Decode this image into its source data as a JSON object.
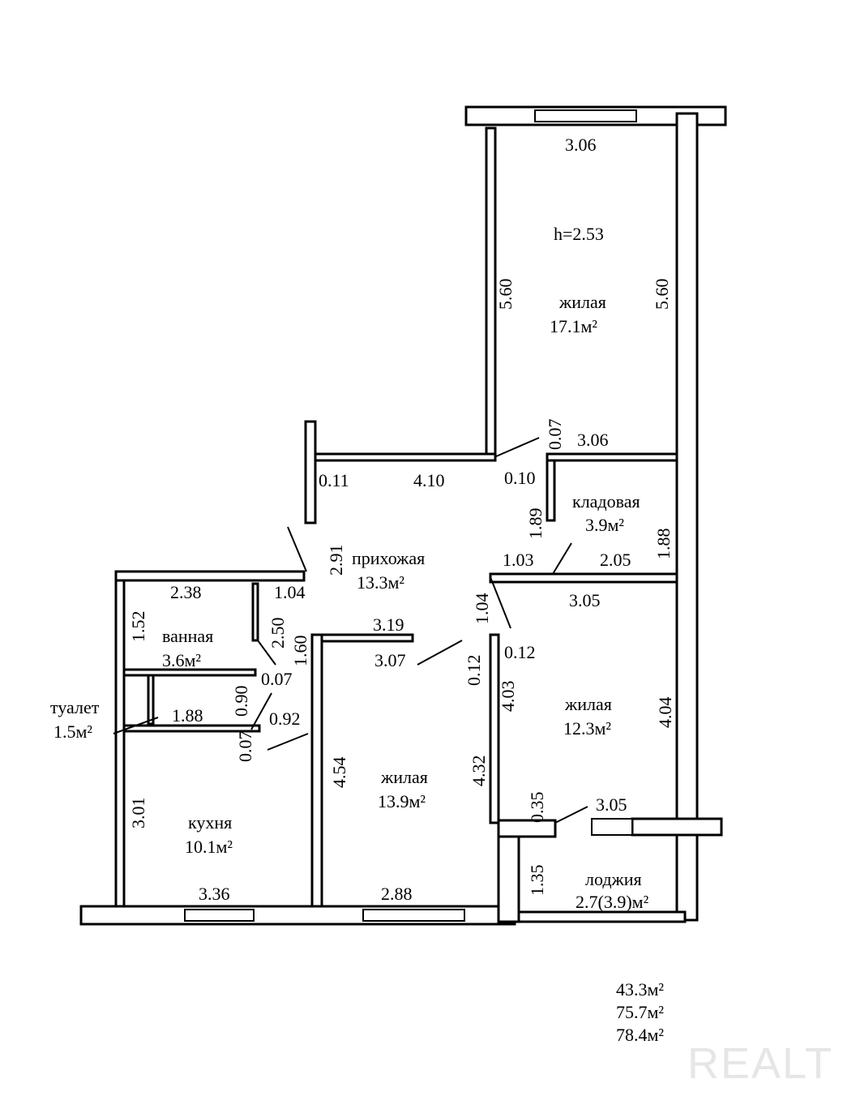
{
  "ceiling_height": "h=2.53",
  "rooms": {
    "living1": {
      "name": "жилая",
      "area": "17.1м²"
    },
    "storage": {
      "name": "кладовая",
      "area": "3.9м²"
    },
    "hallway": {
      "name": "прихожая",
      "area": "13.3м²"
    },
    "bath": {
      "name": "ванная",
      "area": "3.6м²"
    },
    "toilet": {
      "name": "туалет",
      "area": "1.5м²"
    },
    "kitchen": {
      "name": "кухня",
      "area": "10.1м²"
    },
    "living2": {
      "name": "жилая",
      "area": "13.9м²"
    },
    "living3": {
      "name": "жилая",
      "area": "12.3м²"
    },
    "loggia": {
      "name": "лоджия",
      "area": "2.7(3.9)м²"
    }
  },
  "dimensions": [
    "3.06",
    "5.60",
    "5.60",
    "0.07",
    "3.06",
    "0.11",
    "4.10",
    "0.10",
    "1.89",
    "1.88",
    "2.91",
    "1.03",
    "2.05",
    "3.05",
    "2.38",
    "1.04",
    "1.52",
    "2.50",
    "1.60",
    "3.19",
    "1.04",
    "3.07",
    "0.12",
    "0.12",
    "0.07",
    "0.90",
    "1.88",
    "0.92",
    "0.07",
    "4.03",
    "4.04",
    "4.54",
    "4.32",
    "3.01",
    "0.35",
    "3.05",
    "1.35",
    "3.36",
    "2.88"
  ],
  "totals": [
    "43.3м²",
    "75.7м²",
    "78.4м²"
  ],
  "watermark": "REALT"
}
